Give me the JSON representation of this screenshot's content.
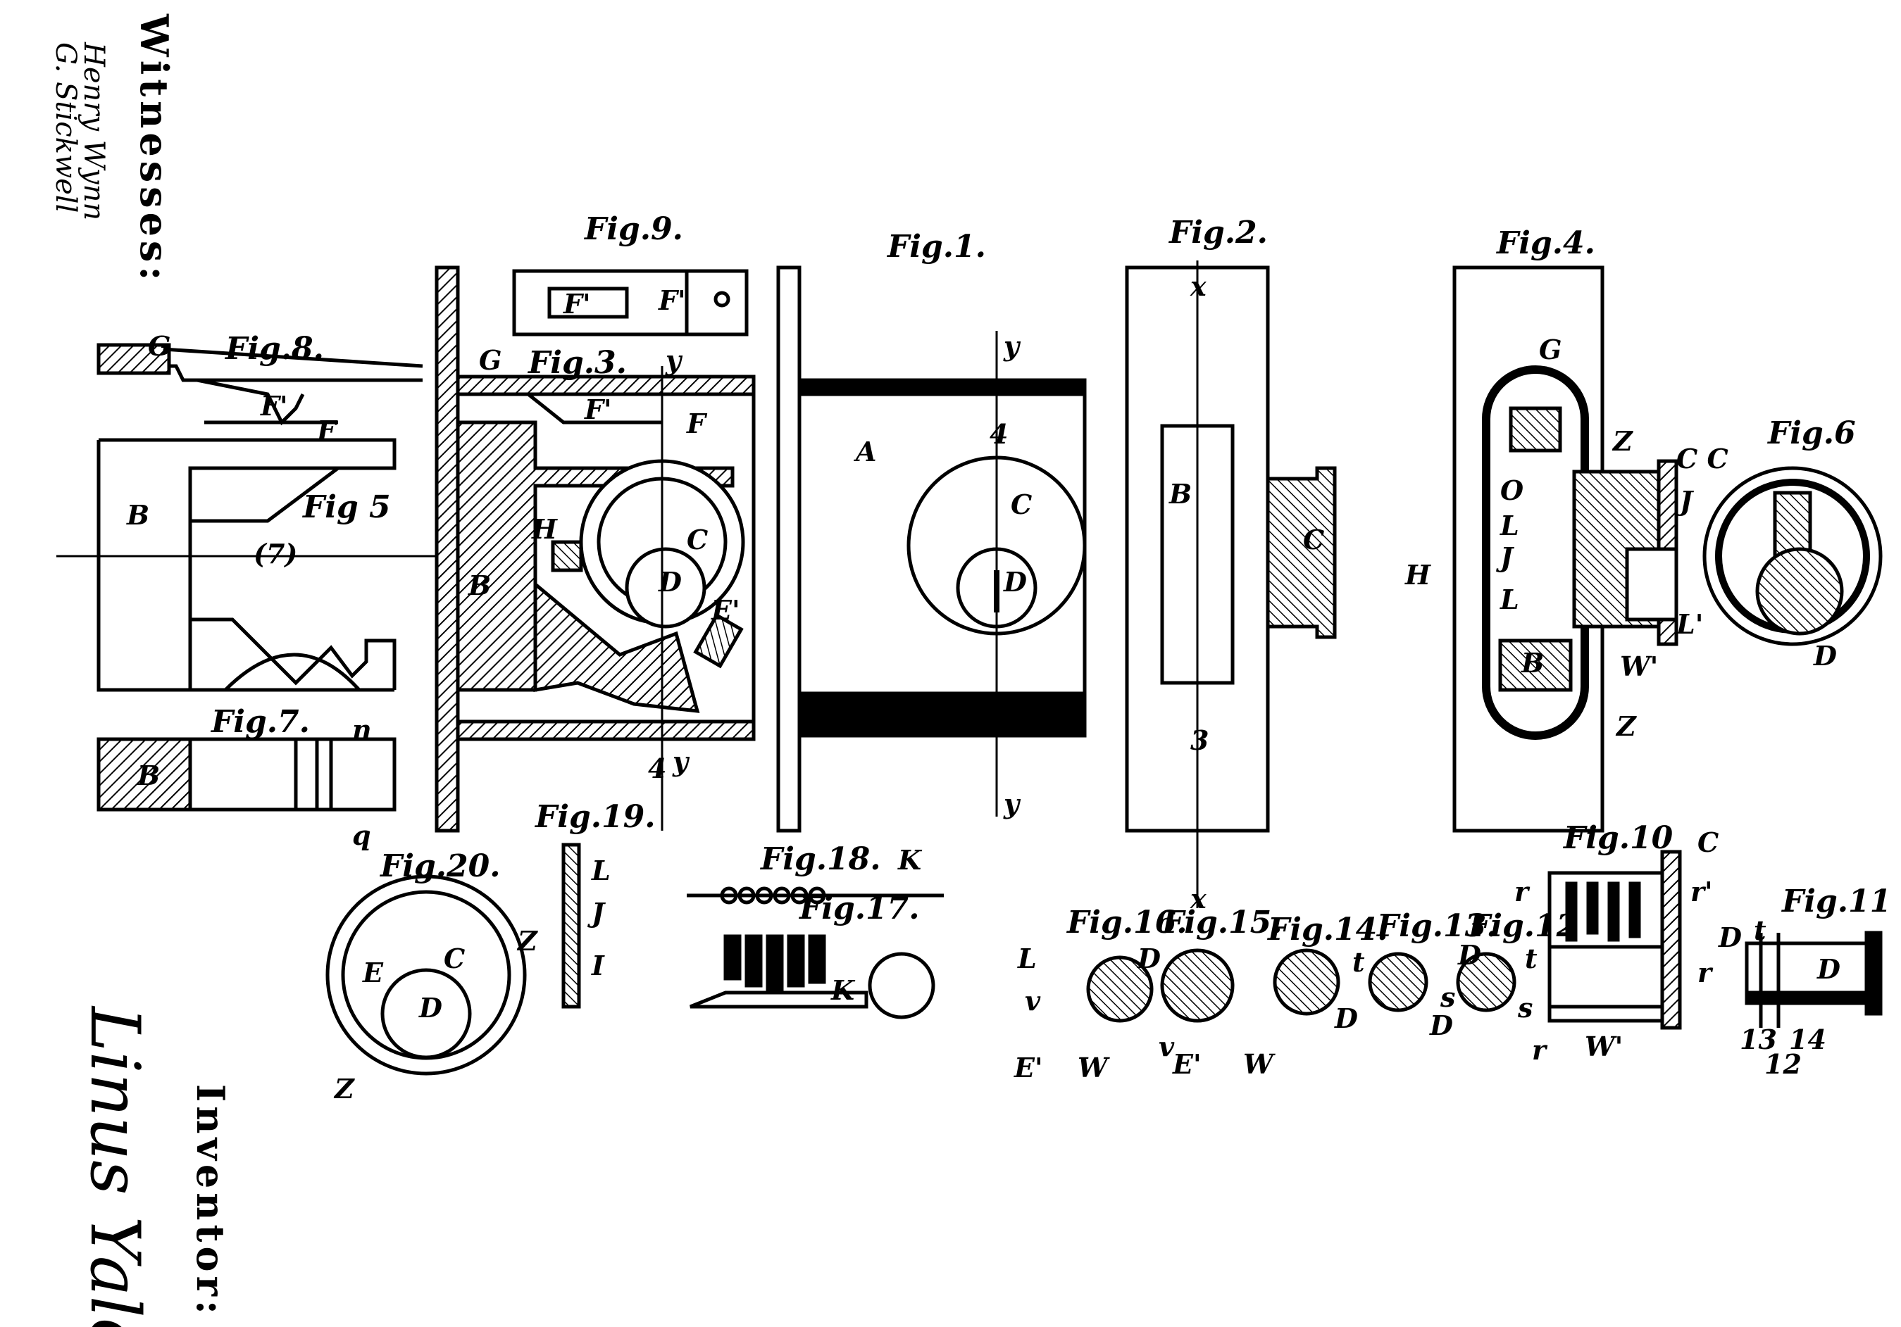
{
  "witnesses": {
    "heading": "Witnesses:",
    "signatures": [
      "Henry Wynn",
      "G. Stickwell"
    ]
  },
  "inventor": {
    "heading": "Inventor:",
    "signature": "Linus Yale"
  },
  "figures": {
    "fig1": "Fig.1.",
    "fig2": "Fig.2.",
    "fig3": "Fig.3.",
    "fig4": "Fig.4.",
    "fig5": "Fig 5",
    "fig6": "Fig.6",
    "fig7": "Fig.7.",
    "fig8": "Fig.8.",
    "fig9": "Fig.9.",
    "fig10": "Fig.10",
    "fig11": "Fig.11",
    "fig12": "Fig.12",
    "fig13": "Fig.13.",
    "fig14": "Fig.14.",
    "fig15": "Fig.15.",
    "fig16": "Fig.16.",
    "fig17": "Fig.17.",
    "fig18": "Fig.18.",
    "fig19": "Fig.19.",
    "fig20": "Fig.20."
  },
  "refs": {
    "A": "A",
    "B": "B",
    "C": "C",
    "CC": "C C",
    "D": "D",
    "E": "E",
    "Eprime": "E'",
    "F": "F",
    "Fprime": "F'",
    "G": "G",
    "H": "H",
    "I": "I",
    "J": "J",
    "K": "K",
    "L": "L",
    "Lprime": "L'",
    "O": "O",
    "W": "W",
    "Wprime": "W'",
    "Z": "Z",
    "y": "y",
    "x": "x",
    "n": "n",
    "q": "q",
    "r": "r",
    "rprime": "r'",
    "s": "s",
    "t": "t",
    "v": "v",
    "n3": "3",
    "n4": "4",
    "n7": "(7)",
    "n12": "12",
    "n13": "13",
    "n14": "14"
  }
}
